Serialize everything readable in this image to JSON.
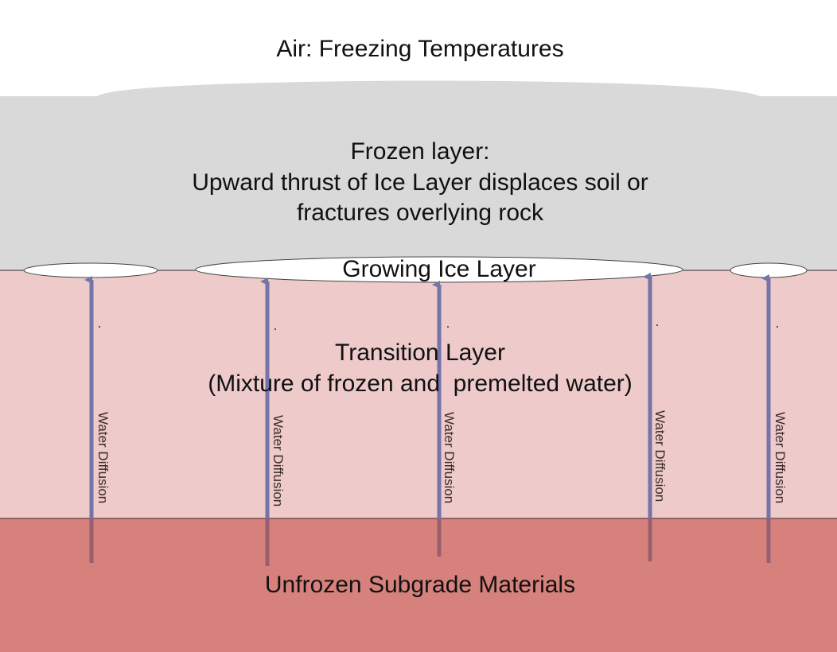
{
  "diagram": {
    "air_label": "Air: Freezing Temperatures",
    "frozen": {
      "line1": "Frozen layer:",
      "line2": "Upward thrust of Ice Layer displaces soil or",
      "line3": "fractures overlying rock"
    },
    "ice_label": "Growing Ice Layer",
    "transition": {
      "line1": "Transition Layer",
      "line2": "(Mixture of frozen and  premelted water)"
    },
    "unfrozen_label": "Unfrozen Subgrade Materials",
    "arrows": [
      {
        "label": "Water Diffusion"
      },
      {
        "label": "Water Diffusion"
      },
      {
        "label": "Water Diffusion"
      },
      {
        "label": "Water Diffusion"
      },
      {
        "label": "Water Diffusion"
      }
    ],
    "colors": {
      "air": "#ffffff",
      "frozen": "#d9d9d9",
      "transition": "#eecaca",
      "unfrozen": "#d6817c",
      "ice": "#ffffff",
      "arrow": "#7474a8"
    }
  }
}
